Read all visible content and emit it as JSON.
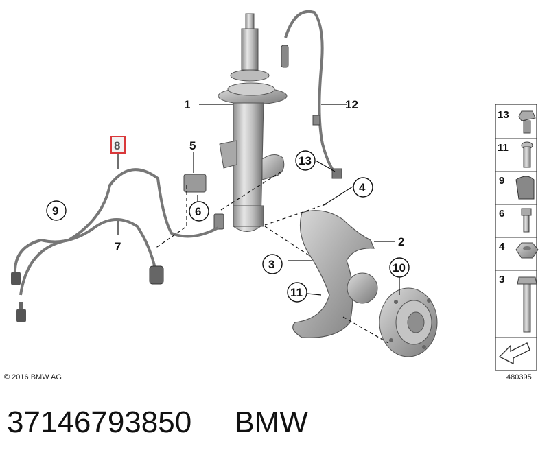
{
  "diagram": {
    "callouts": [
      {
        "id": "1",
        "label": "1"
      },
      {
        "id": "2",
        "label": "2"
      },
      {
        "id": "3",
        "label": "3"
      },
      {
        "id": "4",
        "label": "4"
      },
      {
        "id": "5",
        "label": "5"
      },
      {
        "id": "6",
        "label": "6"
      },
      {
        "id": "7",
        "label": "7"
      },
      {
        "id": "8",
        "label": "8",
        "selected": true
      },
      {
        "id": "9",
        "label": "9"
      },
      {
        "id": "10",
        "label": "10"
      },
      {
        "id": "11",
        "label": "11"
      },
      {
        "id": "12",
        "label": "12"
      },
      {
        "id": "13",
        "label": "13"
      }
    ],
    "parts_tray": [
      "13",
      "11",
      "9",
      "6",
      "4",
      "3"
    ],
    "copyright": "© 2016 BMW AG",
    "diagram_number": "480395",
    "highlight_color": "#d9383a"
  },
  "footer": {
    "part_number": "37146793850",
    "brand": "BMW"
  }
}
